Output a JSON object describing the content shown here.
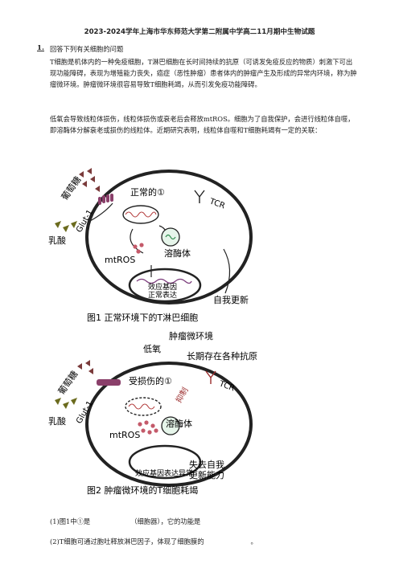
{
  "header": {
    "title": "2023-2024学年上海市华东师范大学第二附属中学高二11月期中生物试题"
  },
  "question": {
    "number": "1.",
    "prompt": "回答下列有关细胞的问题",
    "paragraph1": "T细胞是机体内的一种免疫细胞，T淋巴细胞在长时间持续的抗原（可诱发免疫反应的物质）刺激下可出现功能障碍，表现为增殖能力丧失，癌症（恶性肿瘤）患者体内的肿瘤产生及形成的异常内环境，称为肿瘤微环境。肿瘤微环境很容易导致T细胞耗竭，从而引发免疫功能障碍。",
    "paragraph2": "低氧会导致线粒体损伤，线粒体损伤或衰老后会释放mtROS。细胞为了自我保护，会进行线粒体自噬，即溶酶体分解衰老或损伤的线粒体。近期研究表明，线粒体自噬和T细胞耗竭有一定的关联："
  },
  "figure1": {
    "glucose": "葡萄糖",
    "glut": "Glut-1",
    "normal": "正常的①",
    "tcr": "TCR",
    "lactate": "乳酸",
    "lysosome": "溶酶体",
    "mtros": "mtROS",
    "gene_line1": "效应基因",
    "gene_line2": "正常表达",
    "self_renew": "自我更新",
    "caption": "图1 正常环境下的T淋巴细胞"
  },
  "figure2": {
    "tme": "肿瘤微环境",
    "hypoxia": "低氧",
    "antigen": "长期存在各种抗原",
    "glucose": "葡萄糖",
    "glut": "Glut-1",
    "damaged": "受损伤的①",
    "inhibit": "抑制",
    "tcr": "TCR",
    "lactate": "乳酸",
    "lysosome": "溶酶体",
    "mtros": "mtROS",
    "gene_abnormal": "效应基因表达异常",
    "lose_line1": "失去自我",
    "lose_line2": "更新能力",
    "caption": "图2 肿瘤微环境的T细胞耗竭"
  },
  "subquestions": {
    "q1_start": "(1)图1中①是",
    "q1_mid": "（细胞器），它的功能是",
    "q2_start": "(2)T细胞可通过胞吐释放淋巴因子，体现了细胞膜的",
    "q2_end": "。"
  }
}
